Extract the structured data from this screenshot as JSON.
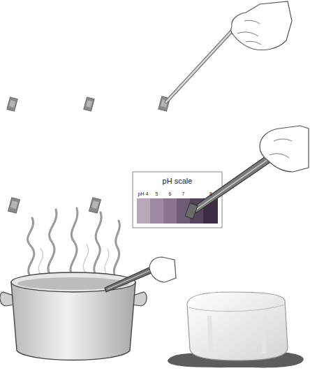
{
  "diagram": {
    "nodes": [
      {
        "text": [
          "pH scale",
          "pH 4",
          "5",
          "6",
          "7",
          "8"
        ]
      }
    ]
  }
}
